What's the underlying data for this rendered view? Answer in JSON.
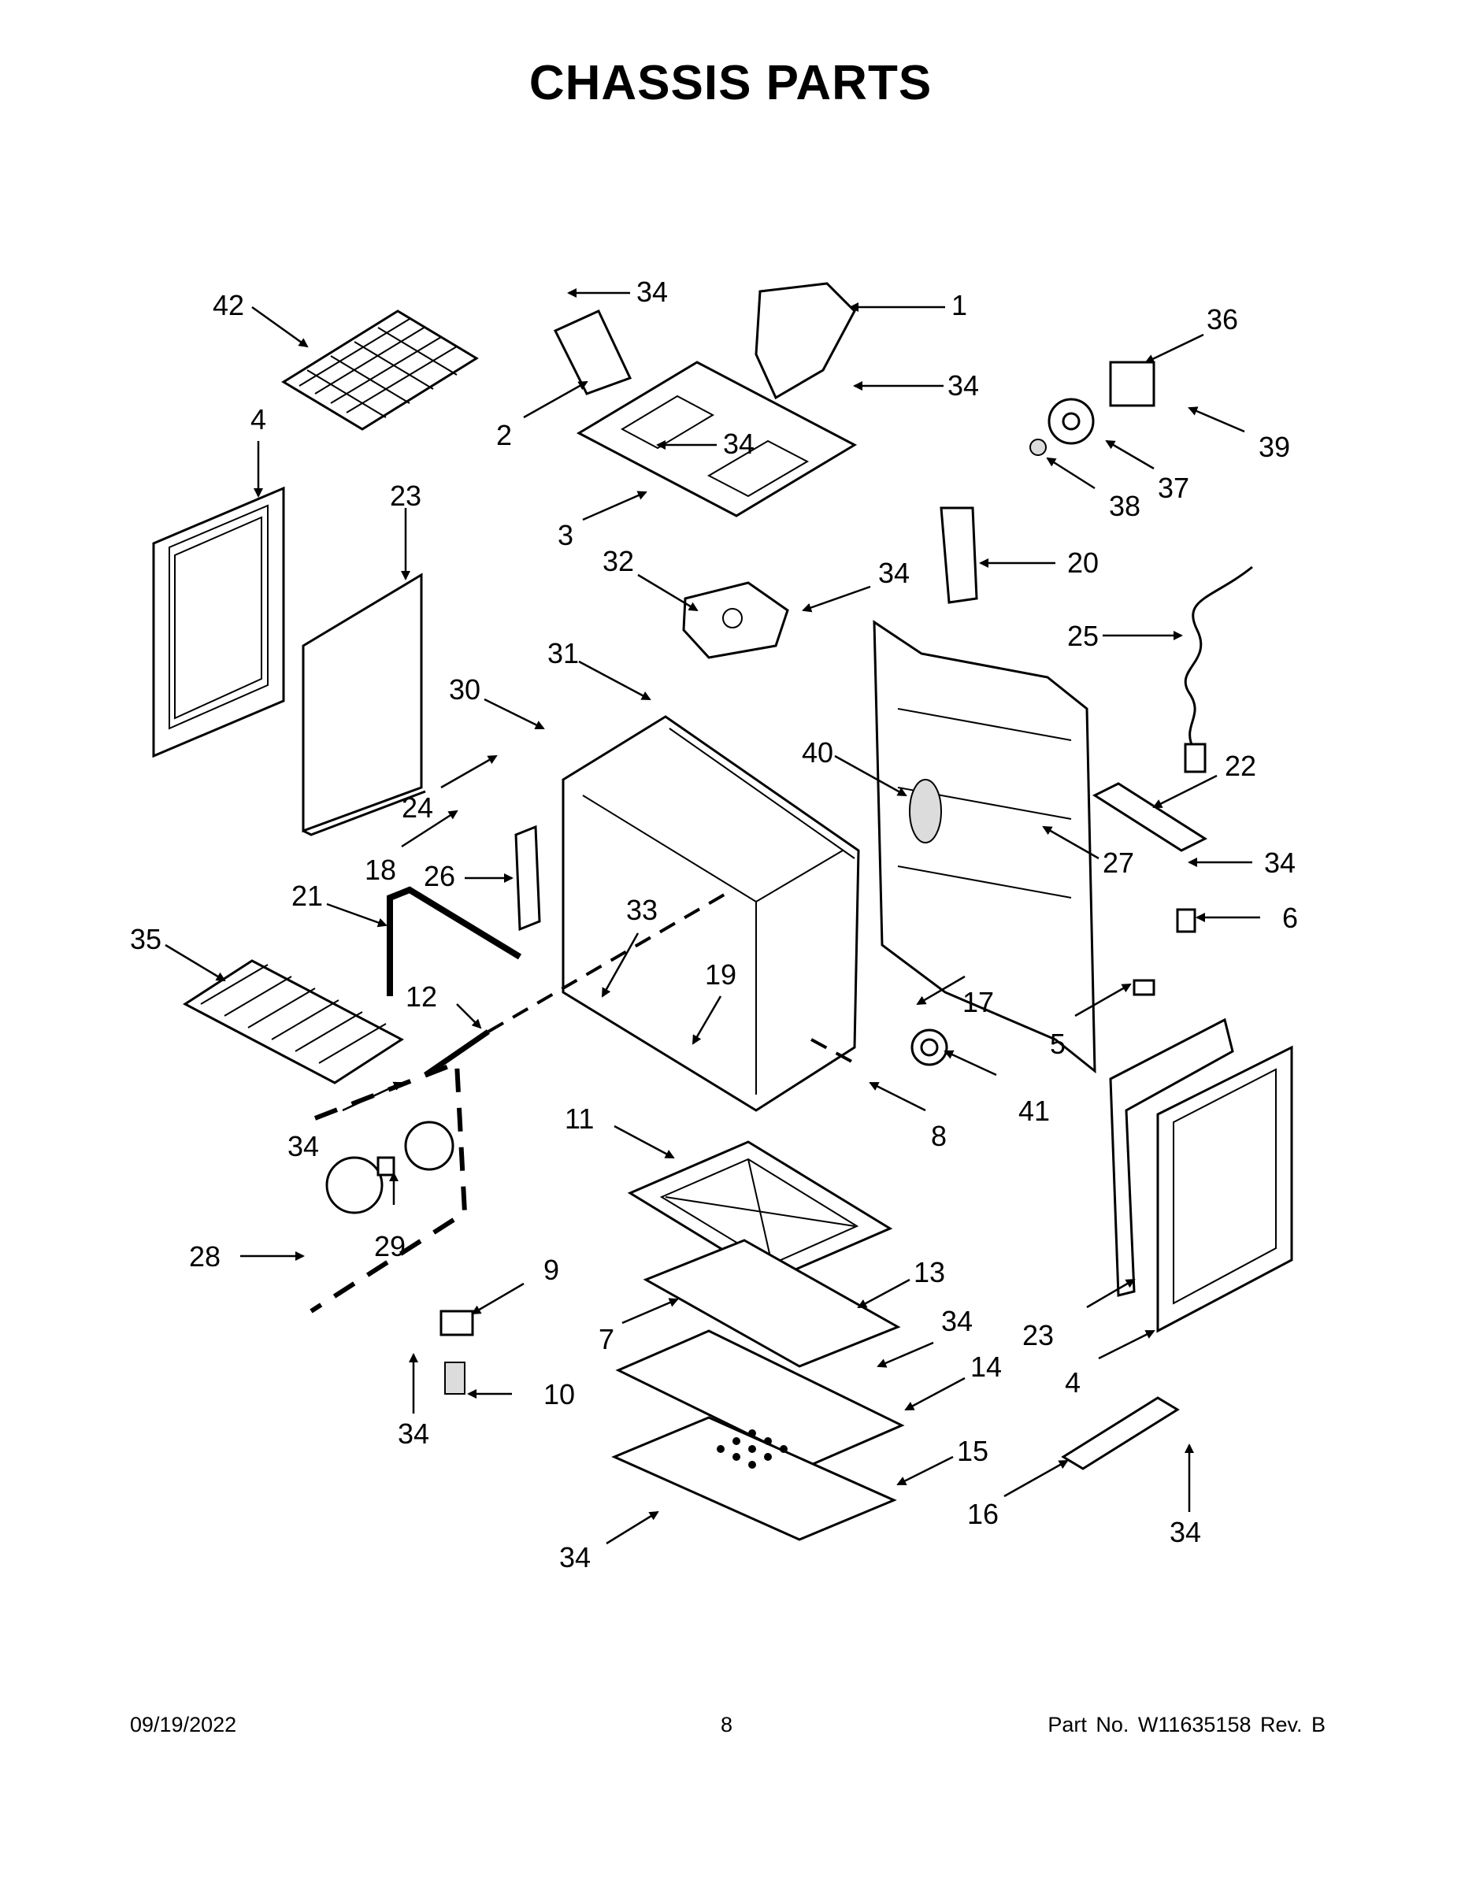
{
  "page": {
    "title": "CHASSIS PARTS",
    "date": "09/19/2022",
    "page_number": "8",
    "part_number": "Part No.  W11635158  Rev.  B"
  },
  "callouts": {
    "c1": "1",
    "c2": "2",
    "c3": "3",
    "c4a": "4",
    "c4b": "4",
    "c5": "5",
    "c6": "6",
    "c7": "7",
    "c8": "8",
    "c9": "9",
    "c10": "10",
    "c11": "11",
    "c12": "12",
    "c13": "13",
    "c14": "14",
    "c15": "15",
    "c16": "16",
    "c17": "17",
    "c18": "18",
    "c19": "19",
    "c20": "20",
    "c21": "21",
    "c22": "22",
    "c23a": "23",
    "c23b": "23",
    "c24": "24",
    "c25": "25",
    "c26": "26",
    "c27": "27",
    "c28": "28",
    "c29": "29",
    "c30": "30",
    "c31": "31",
    "c32": "32",
    "c33": "33",
    "c34a": "34",
    "c34b": "34",
    "c34c": "34",
    "c34d": "34",
    "c34e": "34",
    "c34f": "34",
    "c34g": "34",
    "c34h": "34",
    "c34i": "34",
    "c34j": "34",
    "c35": "35",
    "c36": "36",
    "c37": "37",
    "c38": "38",
    "c39": "39",
    "c40": "40",
    "c41": "41",
    "c42": "42"
  }
}
